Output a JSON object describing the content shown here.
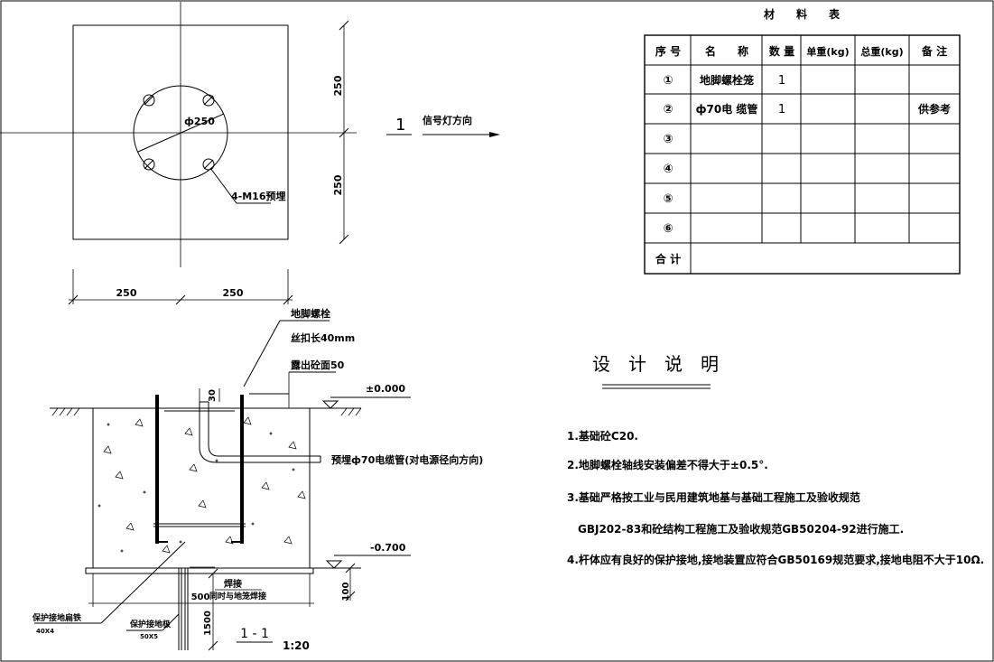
{
  "plan": {
    "dim_v1": "250",
    "dim_v2": "250",
    "dim_h1": "250",
    "dim_h2": "250",
    "circle_label": "ф250",
    "bolt_label": "4-M16预埋",
    "direction_number": "1",
    "direction_label": "信号灯方向"
  },
  "material_table": {
    "title": "材　　料　　表",
    "headers": [
      "序 号",
      "名　　称",
      "数 量",
      "单重(kg)",
      "总重(kg)",
      "备 注"
    ],
    "rows": [
      {
        "no": "①",
        "name": "地脚螺栓笼",
        "qty": "1",
        "unit_weight": "",
        "total_weight": "",
        "remark": ""
      },
      {
        "no": "②",
        "name": "ф70电 缆管",
        "qty": "1",
        "unit_weight": "",
        "total_weight": "",
        "remark": "供参考"
      },
      {
        "no": "③",
        "name": "",
        "qty": "",
        "unit_weight": "",
        "total_weight": "",
        "remark": ""
      },
      {
        "no": "④",
        "name": "",
        "qty": "",
        "unit_weight": "",
        "total_weight": "",
        "remark": ""
      },
      {
        "no": "⑤",
        "name": "",
        "qty": "",
        "unit_weight": "",
        "total_weight": "",
        "remark": ""
      },
      {
        "no": "⑥",
        "name": "",
        "qty": "",
        "unit_weight": "",
        "total_weight": "",
        "remark": ""
      }
    ],
    "total_label": "合 计"
  },
  "section": {
    "anchor_bolt": "地脚螺栓",
    "thread_length": "丝扣长40mm",
    "exposed": "露出砼面50",
    "dim_30": "30",
    "level_top": "±0.000",
    "conduit": "预埋ф70电缆管(对电源径向方向)",
    "level_bottom": "-0.700",
    "dim_100": "100",
    "dim_500": "500",
    "dim_1500": "1500",
    "weld": "焊接",
    "weld_note": "同时与地笼焊接",
    "ground_flat": "保护接地扁铁",
    "ground_flat_spec": "40X4",
    "ground_rod": "保护接地极",
    "ground_rod_spec": "50X5",
    "section_label": "1 - 1",
    "scale": "1:20"
  },
  "notes": {
    "title": "设　计　说　明",
    "items": [
      "1.基础砼C20.",
      "2.地脚螺栓轴线安装偏差不得大于±0.5°.",
      "3.基础严格按工业与民用建筑地基与基础工程施工及验收规范",
      "GBJ202-83和砼结构工程施工及验收规范GB50204-92进行施工.",
      "4.杆体应有良好的保护接地,接地装置应符合GB50169规范要求,接地电阻不大于10Ω."
    ]
  }
}
